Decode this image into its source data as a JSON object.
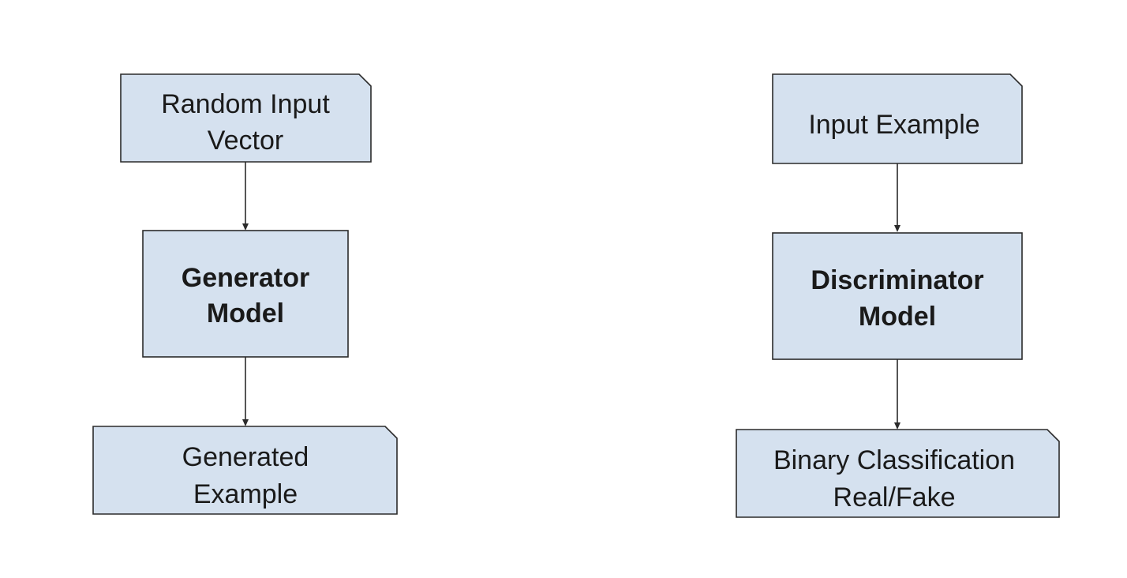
{
  "diagram": {
    "fill_color": "#d5e1ef",
    "stroke_color": "#2b2b2b",
    "generator_flow": {
      "input": {
        "line1": "Random Input",
        "line2": "Vector"
      },
      "model": {
        "line1": "Generator",
        "line2": "Model"
      },
      "output": {
        "line1": "Generated",
        "line2": "Example"
      }
    },
    "discriminator_flow": {
      "input": {
        "line1": "Input Example"
      },
      "model": {
        "line1": "Discriminator",
        "line2": "Model"
      },
      "output": {
        "line1": "Binary Classification",
        "line2": "Real/Fake"
      }
    }
  }
}
